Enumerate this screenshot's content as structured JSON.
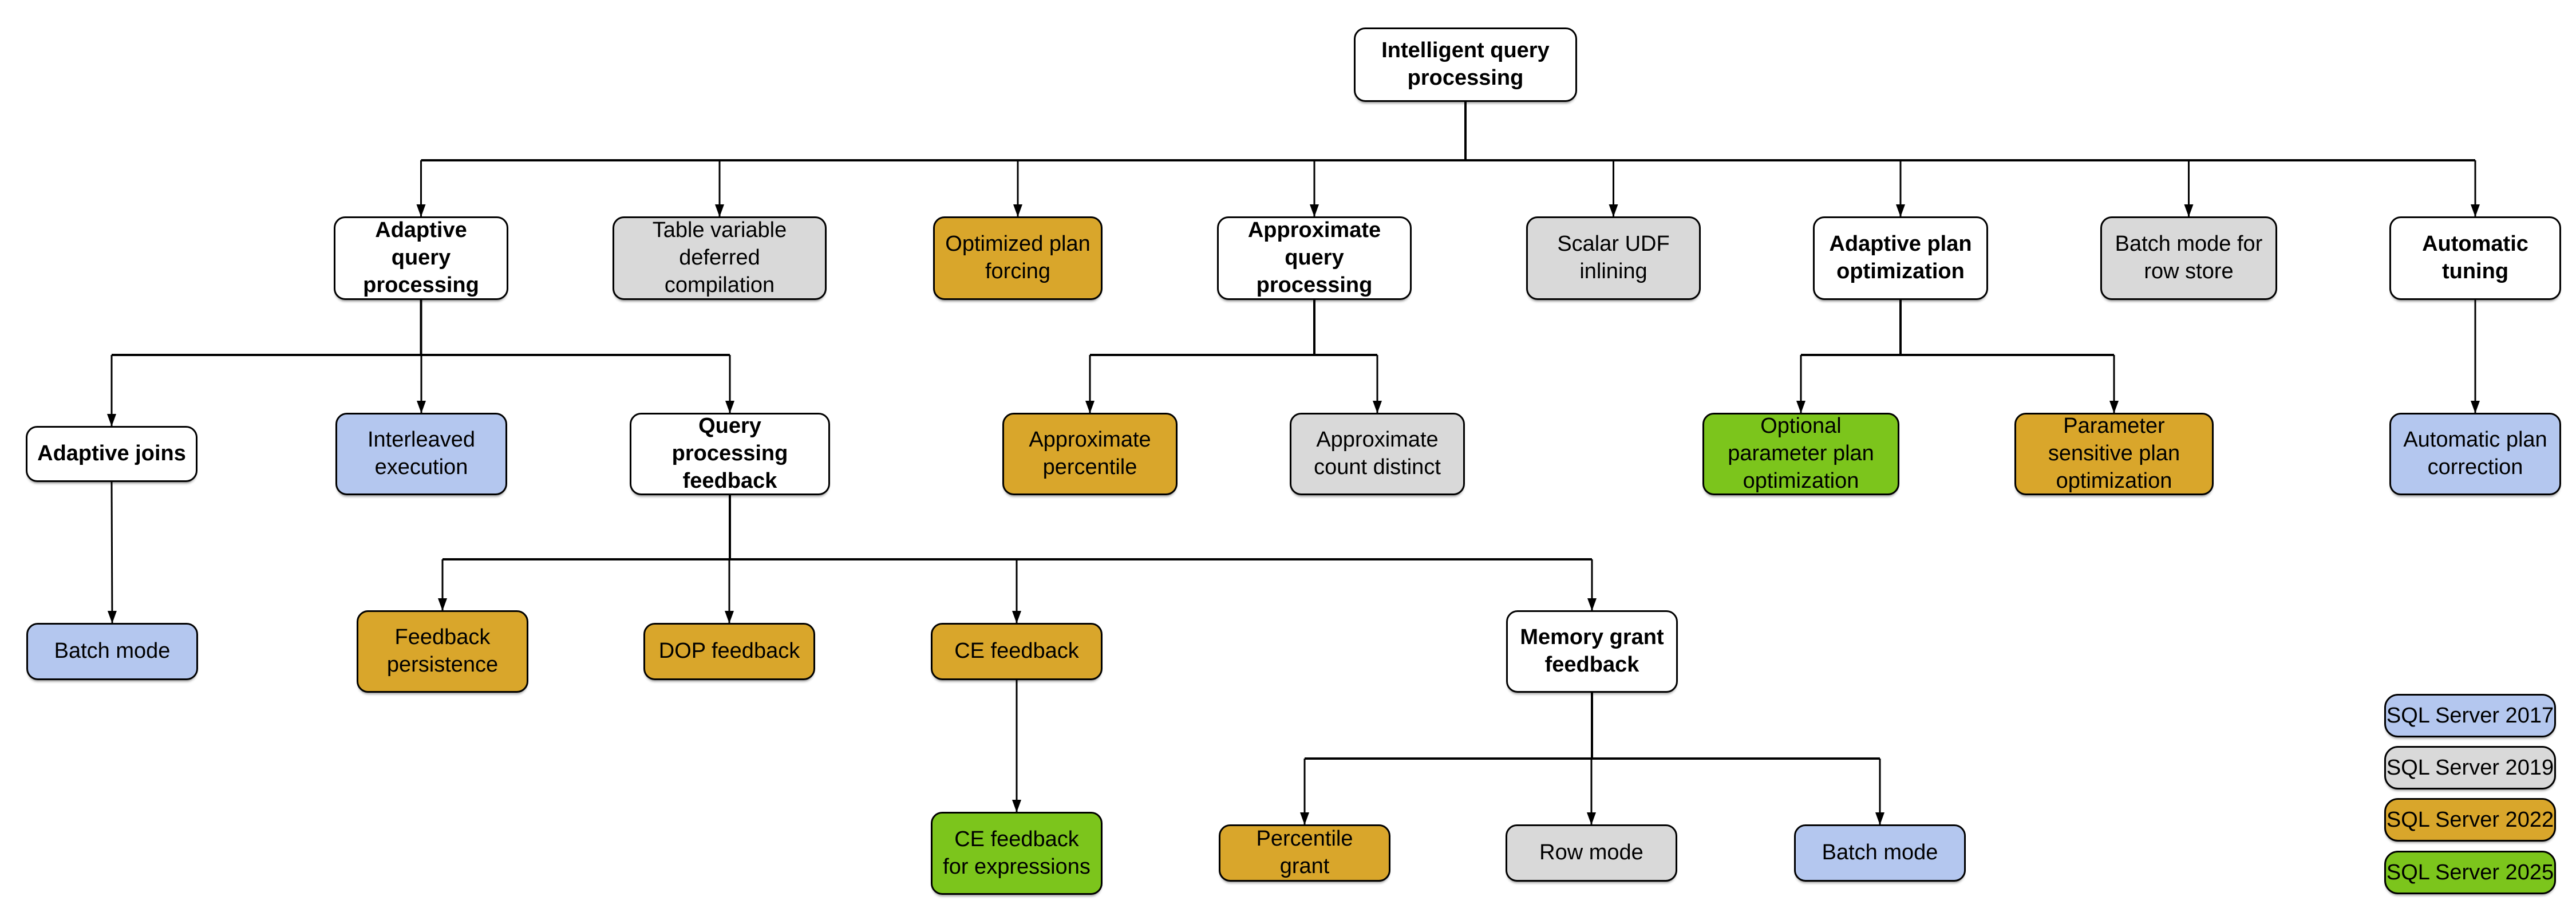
{
  "diagram": {
    "root_label": "Intelligent query processing"
  },
  "colors": {
    "border": "#000000",
    "line": "#000000",
    "background": "#FFFFFF",
    "fills": {
      "base": "#FFFFFF",
      "2017": "#B4C7EF",
      "2019": "#D9D9D9",
      "2022": "#D9A62B",
      "2025": "#7CC51C"
    }
  },
  "nodes": [
    {
      "id": "root",
      "label": "Intelligent query processing",
      "version": "base"
    },
    {
      "id": "adaptive-query-processing",
      "label": "Adaptive query processing",
      "version": "base"
    },
    {
      "id": "table-variable-deferred-compilation",
      "label": "Table variable deferred compilation",
      "version": "2019"
    },
    {
      "id": "optimized-plan-forcing",
      "label": "Optimized plan forcing",
      "version": "2022"
    },
    {
      "id": "approximate-query-processing",
      "label": "Approximate query processing",
      "version": "base"
    },
    {
      "id": "scalar-udf-inlining",
      "label": "Scalar UDF inlining",
      "version": "2019"
    },
    {
      "id": "adaptive-plan-optimization",
      "label": "Adaptive plan optimization",
      "version": "base"
    },
    {
      "id": "batch-mode-for-row-store",
      "label": "Batch mode for row store",
      "version": "2019"
    },
    {
      "id": "automatic-tuning",
      "label": "Automatic tuning",
      "version": "base"
    },
    {
      "id": "adaptive-joins",
      "label": "Adaptive joins",
      "version": "base"
    },
    {
      "id": "interleaved-execution",
      "label": "Interleaved execution",
      "version": "2017"
    },
    {
      "id": "query-processing-feedback",
      "label": "Query processing feedback",
      "version": "base"
    },
    {
      "id": "approximate-percentile",
      "label": "Approximate percentile",
      "version": "2022"
    },
    {
      "id": "approximate-count-distinct",
      "label": "Approximate count distinct",
      "version": "2019"
    },
    {
      "id": "optional-parameter-plan-optimization",
      "label": "Optional parameter plan optimization",
      "version": "2025"
    },
    {
      "id": "parameter-sensitive-plan-optimization",
      "label": "Parameter sensitive plan optimization",
      "version": "2022"
    },
    {
      "id": "automatic-plan-correction",
      "label": "Automatic plan correction",
      "version": "2017"
    },
    {
      "id": "batch-mode-adaptive-joins",
      "label": "Batch mode",
      "version": "2017"
    },
    {
      "id": "feedback-persistence",
      "label": "Feedback persistence",
      "version": "2022"
    },
    {
      "id": "dop-feedback",
      "label": "DOP feedback",
      "version": "2022"
    },
    {
      "id": "ce-feedback",
      "label": "CE feedback",
      "version": "2022"
    },
    {
      "id": "memory-grant-feedback",
      "label": "Memory grant feedback",
      "version": "base"
    },
    {
      "id": "ce-feedback-for-expressions",
      "label": "CE feedback for expressions",
      "version": "2025"
    },
    {
      "id": "percentile-grant",
      "label": "Percentile grant",
      "version": "2022"
    },
    {
      "id": "row-mode",
      "label": "Row mode",
      "version": "2019"
    },
    {
      "id": "batch-mode-memory-grant",
      "label": "Batch mode",
      "version": "2017"
    }
  ],
  "edges": [
    {
      "from": "root",
      "to": "adaptive-query-processing"
    },
    {
      "from": "root",
      "to": "table-variable-deferred-compilation"
    },
    {
      "from": "root",
      "to": "optimized-plan-forcing"
    },
    {
      "from": "root",
      "to": "approximate-query-processing"
    },
    {
      "from": "root",
      "to": "scalar-udf-inlining"
    },
    {
      "from": "root",
      "to": "adaptive-plan-optimization"
    },
    {
      "from": "root",
      "to": "batch-mode-for-row-store"
    },
    {
      "from": "root",
      "to": "automatic-tuning"
    },
    {
      "from": "adaptive-query-processing",
      "to": "adaptive-joins"
    },
    {
      "from": "adaptive-query-processing",
      "to": "interleaved-execution"
    },
    {
      "from": "adaptive-query-processing",
      "to": "query-processing-feedback"
    },
    {
      "from": "approximate-query-processing",
      "to": "approximate-percentile"
    },
    {
      "from": "approximate-query-processing",
      "to": "approximate-count-distinct"
    },
    {
      "from": "adaptive-plan-optimization",
      "to": "optional-parameter-plan-optimization"
    },
    {
      "from": "adaptive-plan-optimization",
      "to": "parameter-sensitive-plan-optimization"
    },
    {
      "from": "automatic-tuning",
      "to": "automatic-plan-correction"
    },
    {
      "from": "adaptive-joins",
      "to": "batch-mode-adaptive-joins"
    },
    {
      "from": "query-processing-feedback",
      "to": "feedback-persistence"
    },
    {
      "from": "query-processing-feedback",
      "to": "dop-feedback"
    },
    {
      "from": "query-processing-feedback",
      "to": "ce-feedback"
    },
    {
      "from": "query-processing-feedback",
      "to": "memory-grant-feedback"
    },
    {
      "from": "ce-feedback",
      "to": "ce-feedback-for-expressions"
    },
    {
      "from": "memory-grant-feedback",
      "to": "percentile-grant"
    },
    {
      "from": "memory-grant-feedback",
      "to": "row-mode"
    },
    {
      "from": "memory-grant-feedback",
      "to": "batch-mode-memory-grant"
    }
  ],
  "legend": [
    {
      "label": "SQL Server 2017",
      "version": "2017"
    },
    {
      "label": "SQL Server 2019",
      "version": "2019"
    },
    {
      "label": "SQL Server 2022",
      "version": "2022"
    },
    {
      "label": "SQL Server 2025",
      "version": "2025"
    }
  ]
}
